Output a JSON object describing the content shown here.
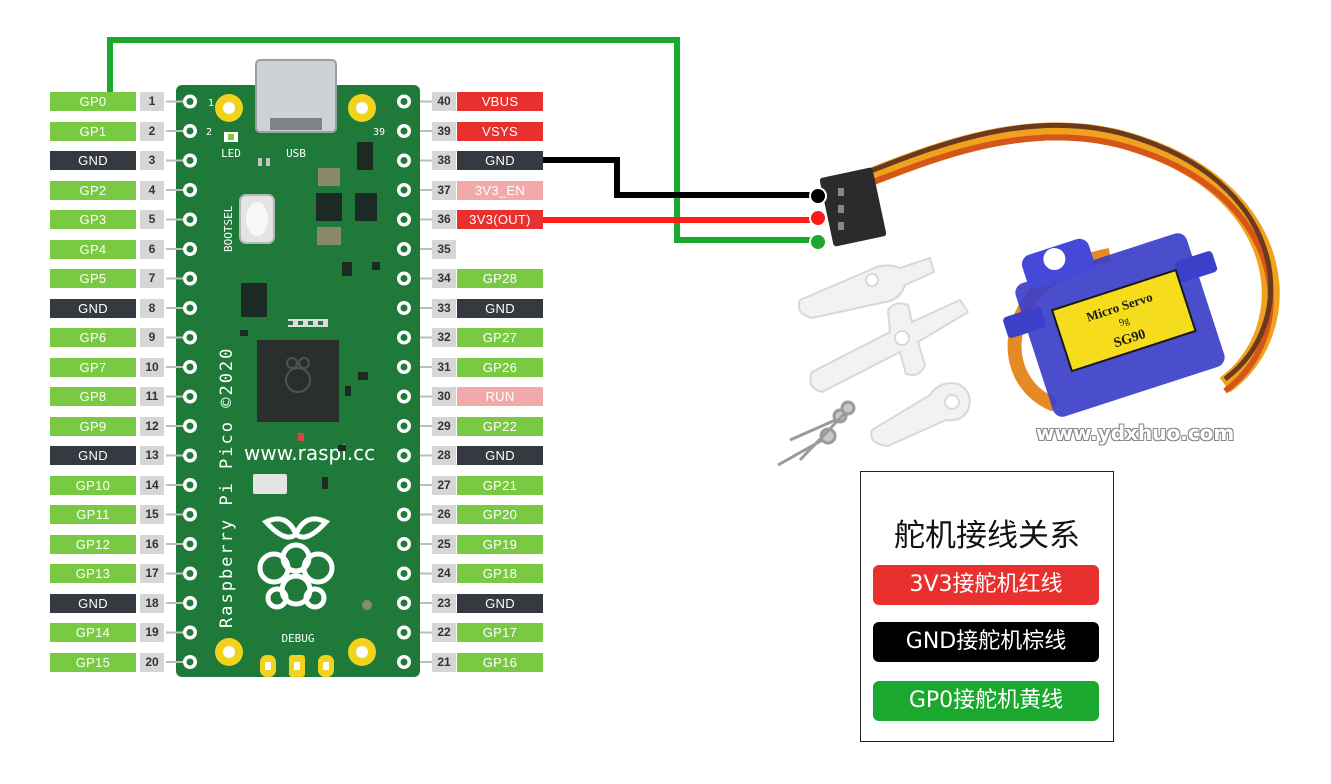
{
  "colors": {
    "gpio": "#7ac943",
    "gnd": "#343a40",
    "power": "#e8312f",
    "system": "#f2a9a9",
    "board": "#1f7a3a",
    "wire_signal": "#1aa82e",
    "wire_power": "#ff0000",
    "wire_ground": "#000000"
  },
  "board": {
    "usb_label": "USB",
    "led_label": "LED",
    "bootsel_label": "BOOTSEL",
    "debug_label": "DEBUG",
    "pin1_mark": "1",
    "pin2_mark": "2",
    "pin39_mark": "39",
    "side_text": "Raspberry Pi Pico ©2020",
    "url": "www.raspi.cc"
  },
  "left_pins": [
    {
      "label": "GP0",
      "num": "1",
      "type": "gpio"
    },
    {
      "label": "GP1",
      "num": "2",
      "type": "gpio"
    },
    {
      "label": "GND",
      "num": "3",
      "type": "gnd"
    },
    {
      "label": "GP2",
      "num": "4",
      "type": "gpio"
    },
    {
      "label": "GP3",
      "num": "5",
      "type": "gpio"
    },
    {
      "label": "GP4",
      "num": "6",
      "type": "gpio"
    },
    {
      "label": "GP5",
      "num": "7",
      "type": "gpio"
    },
    {
      "label": "GND",
      "num": "8",
      "type": "gnd"
    },
    {
      "label": "GP6",
      "num": "9",
      "type": "gpio"
    },
    {
      "label": "GP7",
      "num": "10",
      "type": "gpio"
    },
    {
      "label": "GP8",
      "num": "11",
      "type": "gpio"
    },
    {
      "label": "GP9",
      "num": "12",
      "type": "gpio"
    },
    {
      "label": "GND",
      "num": "13",
      "type": "gnd"
    },
    {
      "label": "GP10",
      "num": "14",
      "type": "gpio"
    },
    {
      "label": "GP11",
      "num": "15",
      "type": "gpio"
    },
    {
      "label": "GP12",
      "num": "16",
      "type": "gpio"
    },
    {
      "label": "GP13",
      "num": "17",
      "type": "gpio"
    },
    {
      "label": "GND",
      "num": "18",
      "type": "gnd"
    },
    {
      "label": "GP14",
      "num": "19",
      "type": "gpio"
    },
    {
      "label": "GP15",
      "num": "20",
      "type": "gpio"
    }
  ],
  "right_pins": [
    {
      "label": "VBUS",
      "num": "40",
      "type": "pwr"
    },
    {
      "label": "VSYS",
      "num": "39",
      "type": "pwr"
    },
    {
      "label": "GND",
      "num": "38",
      "type": "gnd"
    },
    {
      "label": "3V3_EN",
      "num": "37",
      "type": "sys"
    },
    {
      "label": "3V3(OUT)",
      "num": "36",
      "type": "pwr"
    },
    {
      "label": "",
      "num": "35",
      "type": "none"
    },
    {
      "label": "GP28",
      "num": "34",
      "type": "gpio"
    },
    {
      "label": "GND",
      "num": "33",
      "type": "gnd"
    },
    {
      "label": "GP27",
      "num": "32",
      "type": "gpio"
    },
    {
      "label": "GP26",
      "num": "31",
      "type": "gpio"
    },
    {
      "label": "RUN",
      "num": "30",
      "type": "sys"
    },
    {
      "label": "GP22",
      "num": "29",
      "type": "gpio"
    },
    {
      "label": "GND",
      "num": "28",
      "type": "gnd"
    },
    {
      "label": "GP21",
      "num": "27",
      "type": "gpio"
    },
    {
      "label": "GP20",
      "num": "26",
      "type": "gpio"
    },
    {
      "label": "GP19",
      "num": "25",
      "type": "gpio"
    },
    {
      "label": "GP18",
      "num": "24",
      "type": "gpio"
    },
    {
      "label": "GND",
      "num": "23",
      "type": "gnd"
    },
    {
      "label": "GP17",
      "num": "22",
      "type": "gpio"
    },
    {
      "label": "GP16",
      "num": "21",
      "type": "gpio"
    }
  ],
  "servo": {
    "label_line1": "Micro Servo",
    "label_line2": "9g",
    "label_line3": "SG90"
  },
  "watermark": "www.ydxhuo.com",
  "legend": {
    "title": "舵机接线关系",
    "items": [
      {
        "text": "3V3接舵机红线",
        "color": "#e8312f"
      },
      {
        "text": "GND接舵机棕线",
        "color": "#000000"
      },
      {
        "text": "GP0接舵机黄线",
        "color": "#1aa82e"
      }
    ]
  }
}
